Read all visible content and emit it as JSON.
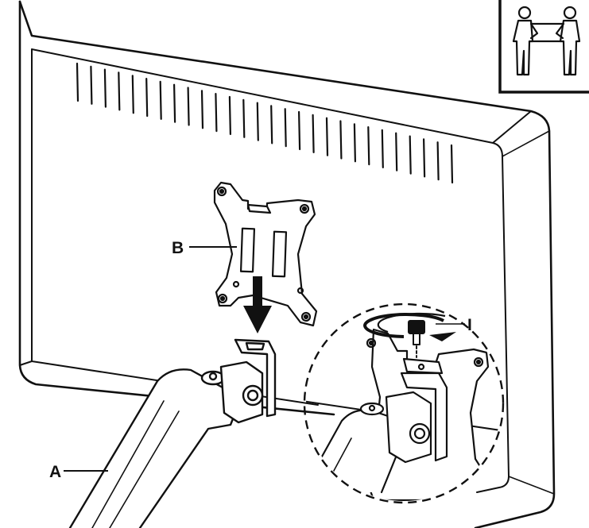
{
  "diagram": {
    "callouts": {
      "a": "A",
      "b": "B",
      "i": "I"
    },
    "icons": {
      "two_person_lift": "two-person-lift-icon",
      "rotate_arrow": "rotate-clockwise-icon",
      "down_arrow": "arrow-down-icon"
    },
    "colors": {
      "line": "#111111",
      "background": "#ffffff"
    }
  }
}
